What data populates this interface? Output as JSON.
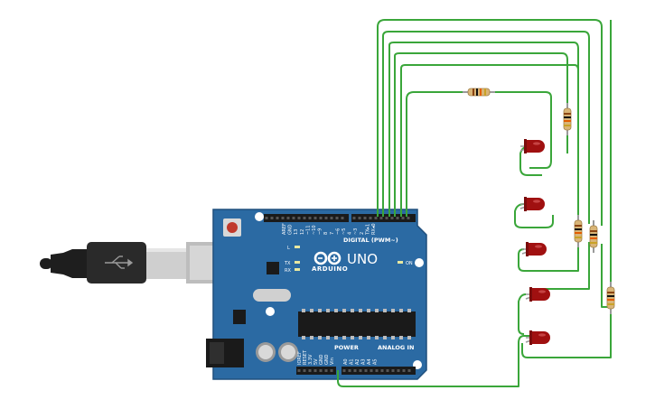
{
  "board": {
    "model_label": "UNO",
    "brand_label": "ARDUINO",
    "digital_header_label": "DIGITAL (PWM~)",
    "power_header_label": "POWER",
    "analog_header_label": "ANALOG IN",
    "on_label": "ON",
    "tx_label": "TX",
    "rx_label": "RX",
    "l_label": "L",
    "digital_pins": [
      "AREF",
      "GND",
      "13",
      "12",
      "~11",
      "~10",
      "~9",
      "8",
      "7",
      "~6",
      "~5",
      "4",
      "~3",
      "2",
      "TX▸1",
      "RX◂0"
    ],
    "power_pins": [
      "IOREF",
      "RESET",
      "3.3V",
      "5V",
      "GND",
      "GND",
      "Vin"
    ],
    "analog_pins": [
      "A0",
      "A1",
      "A2",
      "A3",
      "A4",
      "A5"
    ],
    "board_color": "#2b6aa3",
    "board_edge_color": "#1f4f7d"
  },
  "components": {
    "wire_color": "#3aa63a",
    "led_color": "#a01010",
    "resistor_body_color": "#d9b577",
    "led_count": 5,
    "resistor_count": 5
  }
}
